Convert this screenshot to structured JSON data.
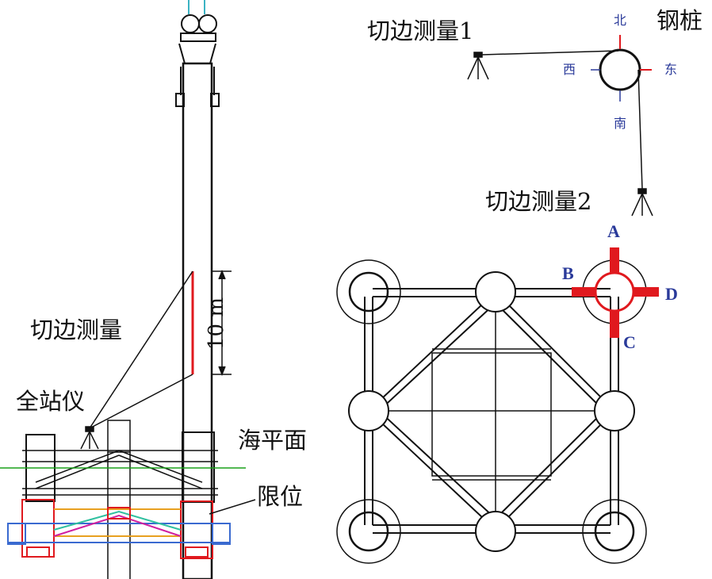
{
  "labels": {
    "measure1": "切边测量1",
    "measure2": "切边测量2",
    "steel_pile": "钢桩",
    "north": "北",
    "south": "南",
    "west": "西",
    "east": "东",
    "edge_measure": "切边测量",
    "total_station": "全站仪",
    "sea_level": "海平面",
    "limit": "限位",
    "dim_10m": "10 m",
    "point_a": "A",
    "point_b": "B",
    "point_c": "C",
    "point_d": "D"
  },
  "colors": {
    "line": "#111111",
    "pile_red": "#e0191e",
    "label_blue": "#2a3a9a",
    "sea_green": "#1aa01a"
  }
}
